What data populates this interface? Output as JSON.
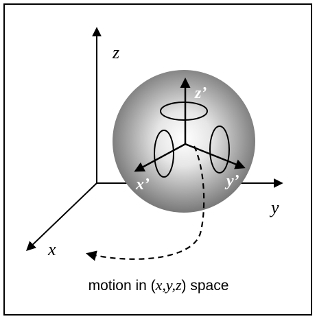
{
  "diagram": {
    "axes": {
      "z_label": "z",
      "y_label": "y",
      "x_label": "x"
    },
    "body_axes": {
      "z_label": "z’",
      "x_label": "x’",
      "y_label": "y’"
    },
    "caption": {
      "prefix": "motion in (",
      "variables": "x,y,z",
      "suffix": ") space"
    },
    "colors": {
      "line": "#000000",
      "sphere_center": "#ffffff",
      "sphere_edge": "#6e6e6e",
      "body_axis": "#ffffff"
    }
  }
}
